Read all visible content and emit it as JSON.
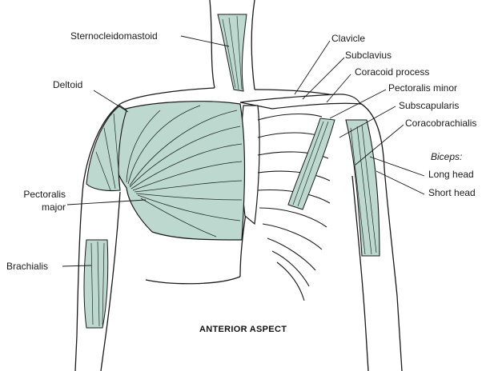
{
  "labels": {
    "sternocleidomastoid": "Sternocleidomastoid",
    "deltoid": "Deltoid",
    "pectoralis_major_line1": "Pectoralis",
    "pectoralis_major_line2": "major",
    "brachialis": "Brachialis",
    "clavicle": "Clavicle",
    "subclavius": "Subclavius",
    "coracoid_process": "Coracoid process",
    "pectoralis_minor": "Pectoralis minor",
    "subscapularis": "Subscapularis",
    "coracobrachialis": "Coracobrachialis",
    "biceps": "Biceps:",
    "long_head": "Long head",
    "short_head": "Short head"
  },
  "caption": "ANTERIOR ASPECT",
  "colors": {
    "muscle_fill": "#bcd8cf",
    "outline": "#1a1a1a",
    "background": "#ffffff"
  }
}
